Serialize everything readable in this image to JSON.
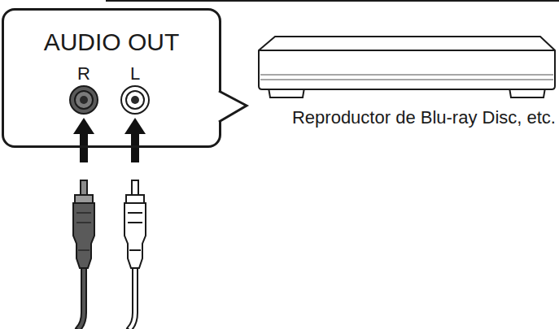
{
  "diagram": {
    "nodes": [
      {
        "text": [
          "AUDIO OUT",
          "R",
          "L"
        ]
      }
    ],
    "labels": [
      "Reproductor de Blu-ray Disc, etc."
    ]
  }
}
